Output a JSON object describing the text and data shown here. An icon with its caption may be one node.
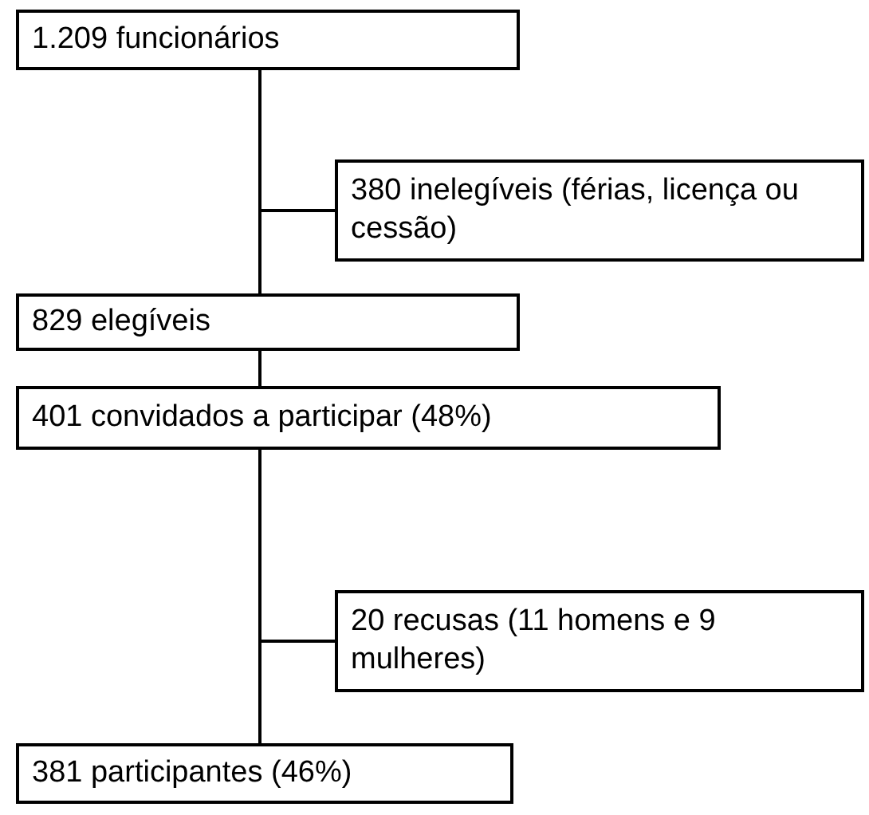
{
  "diagram": {
    "nodes": [
      {
        "text": [
          "1.209 funcionários"
        ]
      },
      {
        "text": [
          "380 inelegíveis (férias, licença ou cessão)"
        ]
      },
      {
        "text": [
          "829 elegíveis"
        ]
      },
      {
        "text": [
          "401 convidados a participar (48%)"
        ]
      },
      {
        "text": [
          "20 recusas (11 homens e 9 mulheres)"
        ]
      },
      {
        "text": [
          "381 participantes (46%)"
        ]
      }
    ],
    "edges": [
      {
        "from": 0,
        "to": 2,
        "arrow": "none"
      },
      {
        "from": 0,
        "to": 1,
        "arrow": "none"
      },
      {
        "from": 2,
        "to": 3,
        "arrow": "none"
      },
      {
        "from": 3,
        "to": 5,
        "arrow": "none"
      },
      {
        "from": 3,
        "to": 4,
        "arrow": "none"
      }
    ]
  }
}
